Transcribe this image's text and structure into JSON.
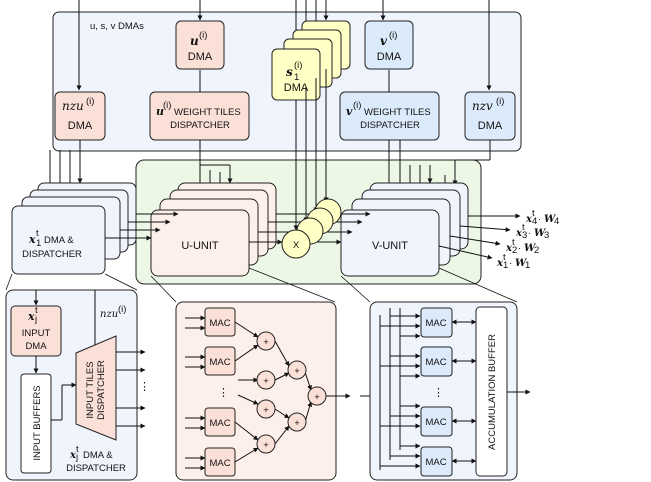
{
  "top": {
    "dma_group_label": "u, s, v DMAs",
    "u_dma": {
      "sym": "u",
      "sup": "(i)",
      "label": "DMA"
    },
    "s_dma": {
      "sym": "s",
      "sub": "1",
      "sup": "(i)",
      "label": "DMA"
    },
    "v_dma": {
      "sym": "v",
      "sup": "(i)",
      "label": "DMA"
    },
    "nzu_dma": {
      "sym": "nzu",
      "sup": "(i)",
      "label": "DMA"
    },
    "nzv_dma": {
      "sym": "nzv",
      "sup": "(i)",
      "label": "DMA"
    },
    "u_dispatcher": {
      "sym": "u",
      "sup": "(i)",
      "line1": "WEIGHT TILES",
      "line2": "DISPATCHER"
    },
    "v_dispatcher": {
      "sym": "v",
      "sup": "(i)",
      "line1": "WEIGHT TILES",
      "line2": "DISPATCHER"
    }
  },
  "middle": {
    "x_dispatcher": {
      "sym": "x",
      "sub": "1",
      "sup": "t",
      "line1": "DMA &",
      "line2": "DISPATCHER"
    },
    "u_unit": "U-UNIT",
    "v_unit": "V-UNIT",
    "multiplier": "X",
    "outputs": [
      {
        "x": "x",
        "xsub": "4",
        "xsup": "t",
        "w": "W",
        "wsub": "4"
      },
      {
        "x": "x",
        "xsub": "3",
        "xsup": "t",
        "w": "W",
        "wsub": "3"
      },
      {
        "x": "x",
        "xsub": "2",
        "xsup": "t",
        "w": "W",
        "wsub": "2"
      },
      {
        "x": "x",
        "xsub": "1",
        "xsup": "t",
        "w": "W",
        "wsub": "1"
      }
    ]
  },
  "detail_left": {
    "input_dma": {
      "sym": "x",
      "sub": "j",
      "sup": "t",
      "line1": "INPUT",
      "line2": "DMA"
    },
    "nzu_label": {
      "sym": "nzu",
      "sup": "(i)"
    },
    "input_buffers": "INPUT BUFFERS",
    "tiles_dispatcher_1": "INPUT TILES",
    "tiles_dispatcher_2": "DISPATCHER",
    "dispatcher_label": {
      "sym": "x",
      "sub": "j",
      "sup": "t",
      "line1": "DMA &",
      "line2": "DISPATCHER"
    },
    "ellipsis": "⋮"
  },
  "detail_mid": {
    "mac_label": "MAC",
    "adder_label": "+",
    "ellipsis": "⋮"
  },
  "detail_right": {
    "mac_label": "MAC",
    "buffer_label": "ACCUMULATION BUFFER",
    "ellipsis": "⋮"
  },
  "colors": {
    "blue_fill": "#f0f4fc",
    "pink_fill": "#fbe0d8",
    "pink_light": "#fdf0ea",
    "yellow_fill": "#ffffc6",
    "green_fill": "#edf7e6",
    "v_fill": "#dcebfb",
    "stroke": "#222222"
  }
}
